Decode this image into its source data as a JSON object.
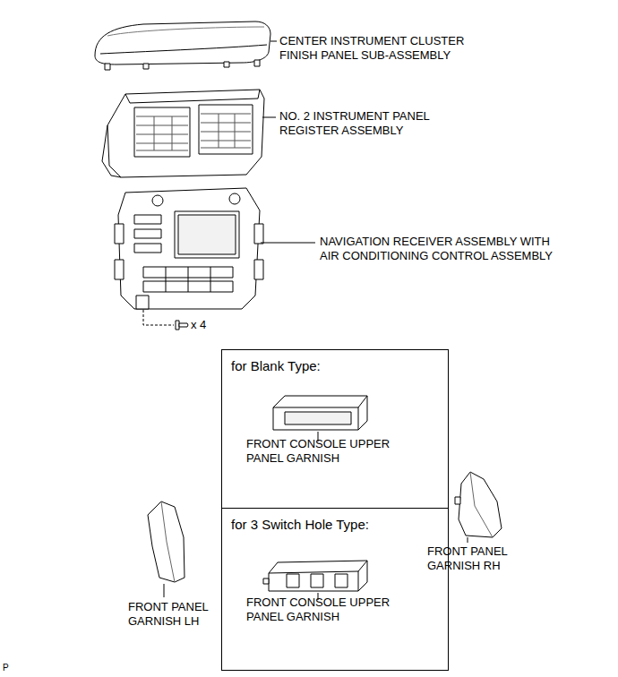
{
  "diagram": {
    "nodes": [
      {
        "text": [
          "for Blank Type:",
          "FRONT CONSOLE UPPER PANEL GARNISH"
        ]
      },
      {
        "text": [
          "for 3 Switch Hole Type:",
          "FRONT CONSOLE UPPER PANEL GARNISH"
        ]
      }
    ],
    "labels": [
      "CENTER INSTRUMENT CLUSTER FINISH PANEL SUB-ASSEMBLY",
      "NO. 2 INSTRUMENT PANEL REGISTER ASSEMBLY",
      "NAVIGATION RECEIVER ASSEMBLY WITH AIR CONDITIONING CONTROL ASSEMBLY",
      "x 4",
      "FRONT PANEL GARNISH LH",
      "FRONT PANEL GARNISH RH",
      "P"
    ]
  }
}
